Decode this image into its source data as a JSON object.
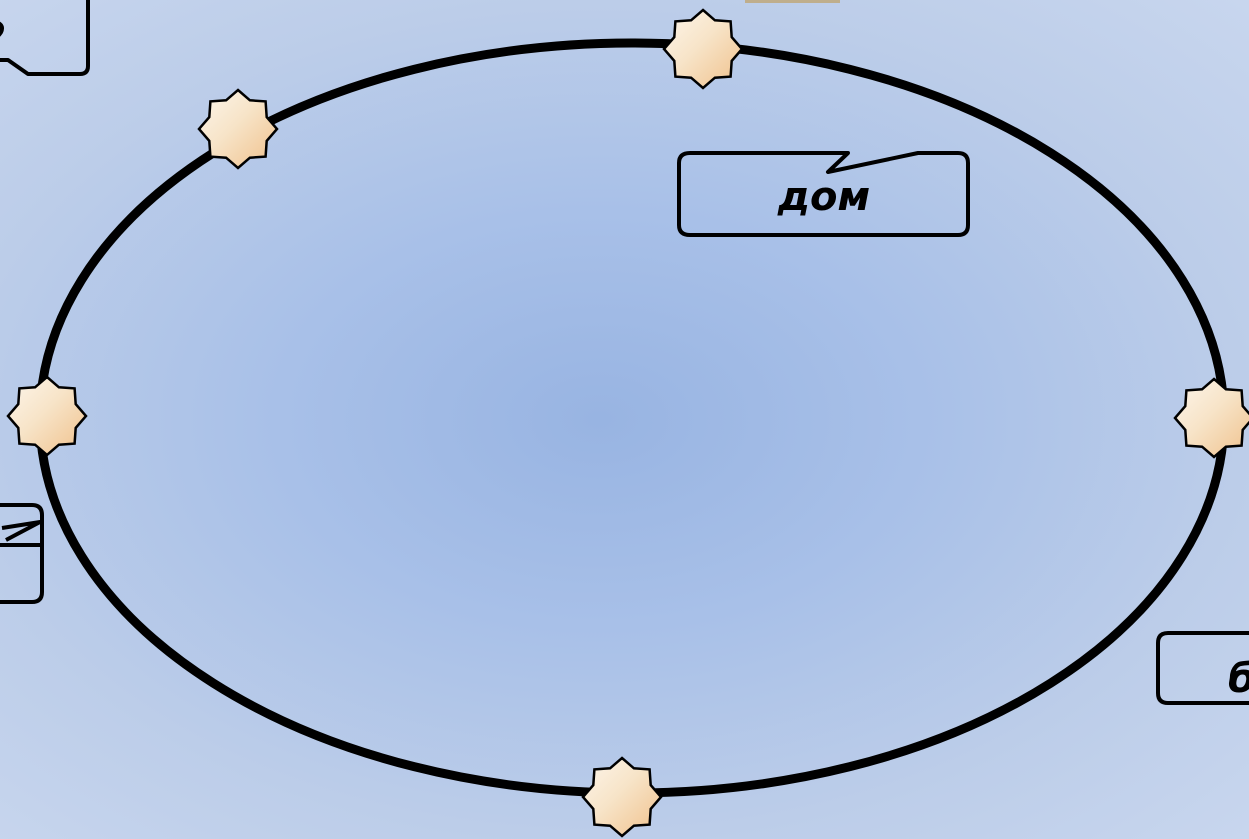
{
  "diagram": {
    "colors": {
      "background_center": "#98b4e2",
      "background_edge": "#c8d6ee",
      "ring": "#000000",
      "star_fill_light": "#fdf6ec",
      "star_fill_warm": "#f3cc9c",
      "callout_stroke": "#000000"
    },
    "callouts": [
      {
        "id": "dom",
        "text": "дом"
      },
      {
        "id": "right-partial",
        "text": "б"
      }
    ]
  }
}
